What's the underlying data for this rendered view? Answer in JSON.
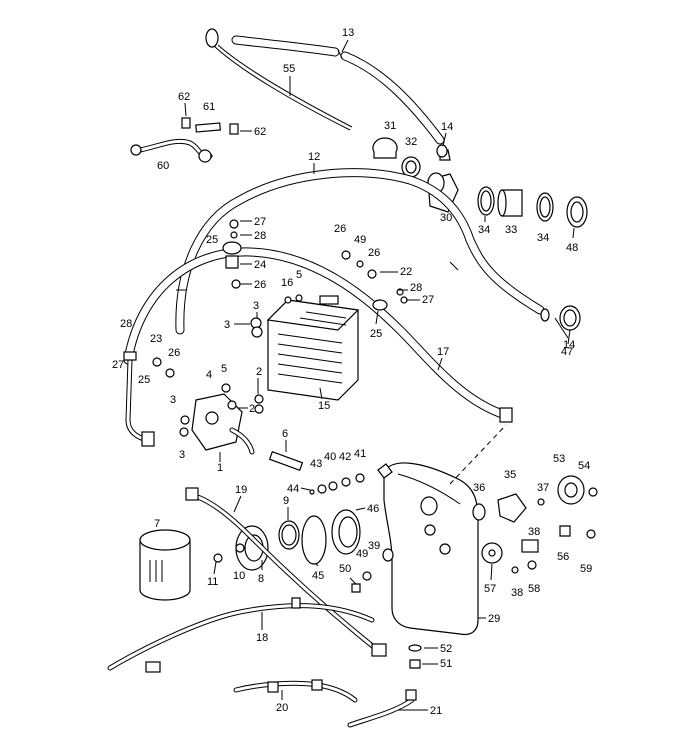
{
  "callouts": [
    {
      "id": "c13",
      "text": "13"
    },
    {
      "id": "c55",
      "text": "55"
    },
    {
      "id": "c62a",
      "text": "62"
    },
    {
      "id": "c61",
      "text": "61"
    },
    {
      "id": "c62b",
      "text": "62"
    },
    {
      "id": "c60",
      "text": "60"
    },
    {
      "id": "c31",
      "text": "31"
    },
    {
      "id": "c32",
      "text": "32"
    },
    {
      "id": "c14a",
      "text": "14"
    },
    {
      "id": "c12",
      "text": "12"
    },
    {
      "id": "c30",
      "text": "30"
    },
    {
      "id": "c34a",
      "text": "34"
    },
    {
      "id": "c33",
      "text": "33"
    },
    {
      "id": "c34b",
      "text": "34"
    },
    {
      "id": "c48",
      "text": "48"
    },
    {
      "id": "c27a",
      "text": "27"
    },
    {
      "id": "c28a",
      "text": "28"
    },
    {
      "id": "c25a",
      "text": "25"
    },
    {
      "id": "c24",
      "text": "24"
    },
    {
      "id": "c26a",
      "text": "26"
    },
    {
      "id": "c26b",
      "text": "26"
    },
    {
      "id": "c49a",
      "text": "49"
    },
    {
      "id": "c26c",
      "text": "26"
    },
    {
      "id": "c22",
      "text": "22"
    },
    {
      "id": "c28b",
      "text": "28"
    },
    {
      "id": "c27b",
      "text": "27"
    },
    {
      "id": "c16",
      "text": "16"
    },
    {
      "id": "c5a",
      "text": "5"
    },
    {
      "id": "c3a",
      "text": "3"
    },
    {
      "id": "c3b",
      "text": "3"
    },
    {
      "id": "c25b",
      "text": "25"
    },
    {
      "id": "c14b",
      "text": "14"
    },
    {
      "id": "c47",
      "text": "47"
    },
    {
      "id": "c28c",
      "text": "28"
    },
    {
      "id": "c27c",
      "text": "27"
    },
    {
      "id": "c23",
      "text": "23"
    },
    {
      "id": "c26d",
      "text": "26"
    },
    {
      "id": "c25c",
      "text": "25"
    },
    {
      "id": "c17",
      "text": "17"
    },
    {
      "id": "c4",
      "text": "4"
    },
    {
      "id": "c5b",
      "text": "5"
    },
    {
      "id": "c2a",
      "text": "2"
    },
    {
      "id": "c2b",
      "text": "2"
    },
    {
      "id": "c15",
      "text": "15"
    },
    {
      "id": "c3c",
      "text": "3"
    },
    {
      "id": "c3d",
      "text": "3"
    },
    {
      "id": "c1",
      "text": "1"
    },
    {
      "id": "c6",
      "text": "6"
    },
    {
      "id": "c43",
      "text": "43"
    },
    {
      "id": "c40",
      "text": "40"
    },
    {
      "id": "c42",
      "text": "42"
    },
    {
      "id": "c41",
      "text": "41"
    },
    {
      "id": "c44",
      "text": "44"
    },
    {
      "id": "c36",
      "text": "36"
    },
    {
      "id": "c35",
      "text": "35"
    },
    {
      "id": "c53",
      "text": "53"
    },
    {
      "id": "c54",
      "text": "54"
    },
    {
      "id": "c37",
      "text": "37"
    },
    {
      "id": "c38a",
      "text": "38"
    },
    {
      "id": "c19",
      "text": "19"
    },
    {
      "id": "c9",
      "text": "9"
    },
    {
      "id": "c46",
      "text": "46"
    },
    {
      "id": "c7",
      "text": "7"
    },
    {
      "id": "c39",
      "text": "39"
    },
    {
      "id": "c49b",
      "text": "49"
    },
    {
      "id": "c56",
      "text": "56"
    },
    {
      "id": "c59",
      "text": "59"
    },
    {
      "id": "c11",
      "text": "11"
    },
    {
      "id": "c10",
      "text": "10"
    },
    {
      "id": "c8",
      "text": "8"
    },
    {
      "id": "c50",
      "text": "50"
    },
    {
      "id": "c45",
      "text": "45"
    },
    {
      "id": "c57",
      "text": "57"
    },
    {
      "id": "c38b",
      "text": "38"
    },
    {
      "id": "c58",
      "text": "58"
    },
    {
      "id": "c18",
      "text": "18"
    },
    {
      "id": "c29",
      "text": "29"
    },
    {
      "id": "c52",
      "text": "52"
    },
    {
      "id": "c51",
      "text": "51"
    },
    {
      "id": "c20",
      "text": "20"
    },
    {
      "id": "c21",
      "text": "21"
    }
  ]
}
